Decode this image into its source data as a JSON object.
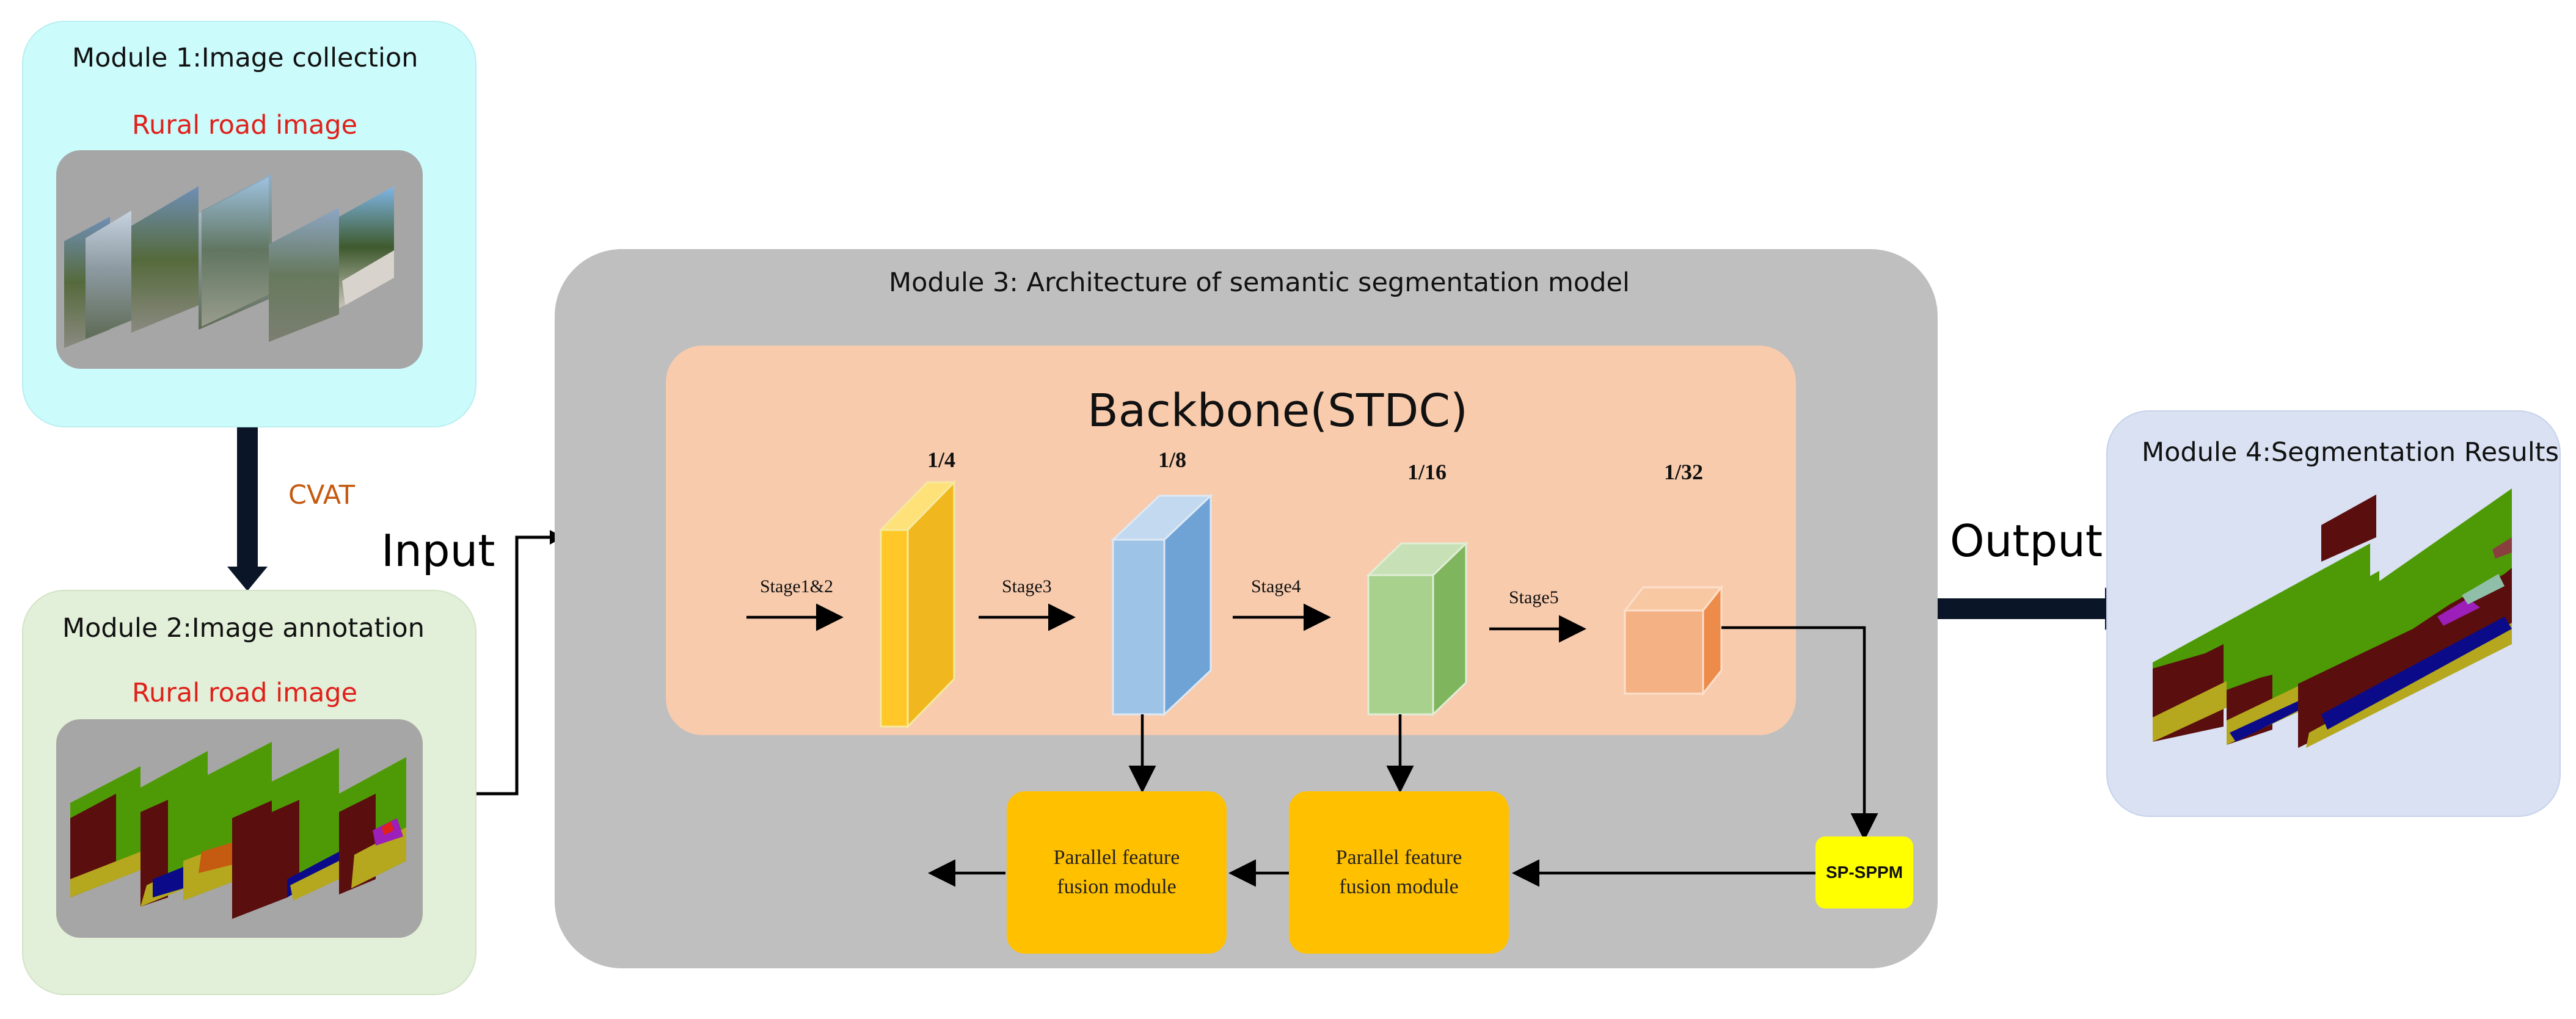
{
  "module1": {
    "title": "Module 1:Image collection",
    "subtitle": "Rural road image"
  },
  "cvat_label": "CVAT",
  "module2": {
    "title": "Module 2:Image annotation",
    "subtitle": "Rural road image"
  },
  "input_label": "Input",
  "module3": {
    "title": "Module 3: Architecture of semantic segmentation model",
    "backbone_title": "Backbone(STDC)",
    "stages": [
      "Stage1&2",
      "Stage3",
      "Stage4",
      "Stage5"
    ],
    "scales": [
      "1/4",
      "1/8",
      "1/16",
      "1/32"
    ],
    "fusion_label": "Parallel feature fusion module",
    "sppm_label": "SP-SPPM"
  },
  "output_label": "Output",
  "module4": {
    "title": "Module 4:Segmentation Results"
  },
  "colors": {
    "module1_bg": "#ccfbfc",
    "module2_bg": "#e2efd9",
    "module3_bg": "#bfbfbf",
    "backbone_bg": "#f8cbad",
    "module4_bg": "#d9e1f2",
    "fusion": "#ffc000",
    "sppm": "#ffff00",
    "arrow_dark": "#0a1628",
    "block1": "#ffc727",
    "block2": "#9dc3e6",
    "block3": "#a9d18e",
    "block4": "#f4b183",
    "seg_vegetation": "#4e9a06",
    "seg_tree": "#5a0e0e",
    "seg_road": "#b5a81e",
    "seg_sky_blue": "#0b0b8a",
    "seg_purple": "#9b1fb8"
  }
}
